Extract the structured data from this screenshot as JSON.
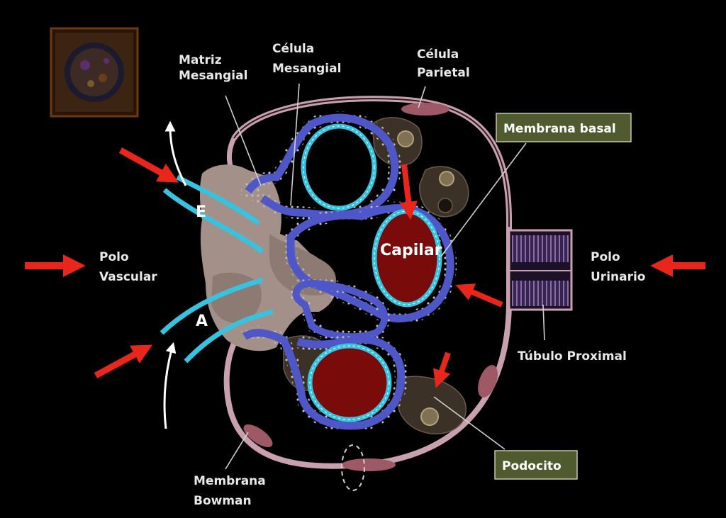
{
  "labels": {
    "matriz_mesangial": [
      "Matriz",
      "Mesangial"
    ],
    "celula_mesangial": [
      "Célula",
      "Mesangial"
    ],
    "celula_parietal": [
      "Célula",
      "Parietal"
    ],
    "membrana_basal": "Membrana basal",
    "capilar": "Capilar",
    "polo_vascular": [
      "Polo",
      "Vascular"
    ],
    "polo_urinario": [
      "Polo",
      "Urinario"
    ],
    "tubulo_proximal": "Túbulo Proximal",
    "podocito": "Podocito",
    "membrana_bowman": [
      "Membrana",
      "Bowman"
    ],
    "arteriola_e": "E",
    "arteriola_a": "A"
  },
  "colors": {
    "background": "#000000",
    "capsule": "#c9a0ae",
    "mesangium": "#a39189",
    "capillary_lumen": "#7a0b0b",
    "endothelium": "#37c3e0",
    "basement": "#4f57c8",
    "podocyte": "#3c3126",
    "tag_box": "#4f5a2e",
    "arrow": "#e8261c",
    "tubule": "#3a2156"
  }
}
